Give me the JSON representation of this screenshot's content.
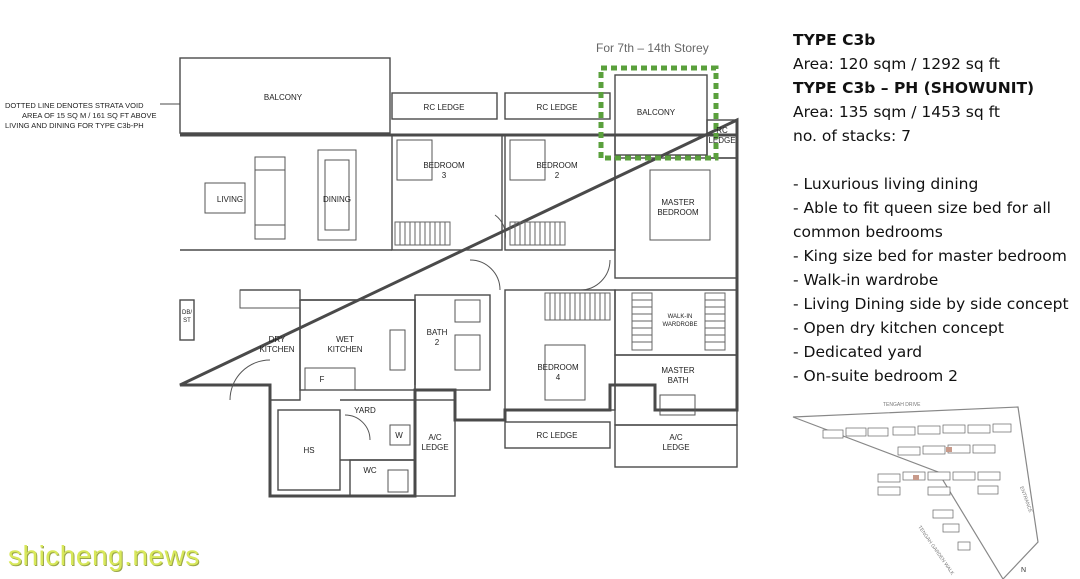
{
  "header": {
    "storey_note": "For 7th – 14th Storey"
  },
  "plan": {
    "dotted_note": [
      "DOTTED LINE DENOTES STRATA VOID",
      "AREA OF 15 SQ M / 161 SQ FT ABOVE",
      "LIVING AND DINING FOR TYPE C3b-PH"
    ],
    "rooms": {
      "balcony_main": "BALCONY",
      "balcony_small": "BALCONY",
      "rc_ledge_1": "RC LEDGE",
      "rc_ledge_2": "RC LEDGE",
      "rc_ledge_3": [
        "RC",
        "LEDGE"
      ],
      "rc_ledge_bottom": "RC LEDGE",
      "bedroom3": [
        "BEDROOM",
        "3"
      ],
      "bedroom2": [
        "BEDROOM",
        "2"
      ],
      "master_bedroom": [
        "MASTER",
        "BEDROOM"
      ],
      "living": "LIVING",
      "dining": "DINING",
      "db_st": [
        "DB/",
        "ST"
      ],
      "dry_kitchen": [
        "DRY",
        "KITCHEN"
      ],
      "wet_kitchen": [
        "WET",
        "KITCHEN"
      ],
      "bath2": [
        "BATH",
        "2"
      ],
      "walkin": [
        "WALK-IN",
        "WARDROBE"
      ],
      "bedroom4": [
        "BEDROOM",
        "4"
      ],
      "master_bath": [
        "MASTER",
        "BATH"
      ],
      "fridge": "F",
      "yard": "YARD",
      "washer": "W",
      "hs": "HS",
      "wc": "WC",
      "ac_ledge_1": [
        "A/C",
        "LEDGE"
      ],
      "ac_ledge_2": [
        "A/C",
        "LEDGE"
      ]
    }
  },
  "info": {
    "type1_title": "TYPE C3b",
    "type1_area": "Area: 120 sqm / 1292 sq ft",
    "type2_title": "TYPE C3b – PH (SHOWUNIT)",
    "type2_area": "Area: 135 sqm / 1453 sq ft",
    "stacks": "no. of stacks: 7",
    "features": [
      "- Luxurious living dining",
      "- Able to fit queen size bed for all",
      "common bedrooms",
      "- King size bed for master bedroom",
      "- Walk-in wardrobe",
      "- Living Dining side by side concept",
      "- Open dry kitchen concept",
      "- Dedicated yard",
      "- On-suite bedroom 2"
    ]
  },
  "site": {
    "road_top": "TENGAH DRIVE",
    "road_bottom": "TENGAH GARDEN WALK",
    "entrance": "ENTRANCE",
    "north": "N"
  },
  "watermark": "shicheng.news",
  "colors": {
    "dotted_highlight": "#5aa03c",
    "wall": "#4a4a4a",
    "watermark": "#d8e85a",
    "block_highlight": "#c89a8a"
  }
}
